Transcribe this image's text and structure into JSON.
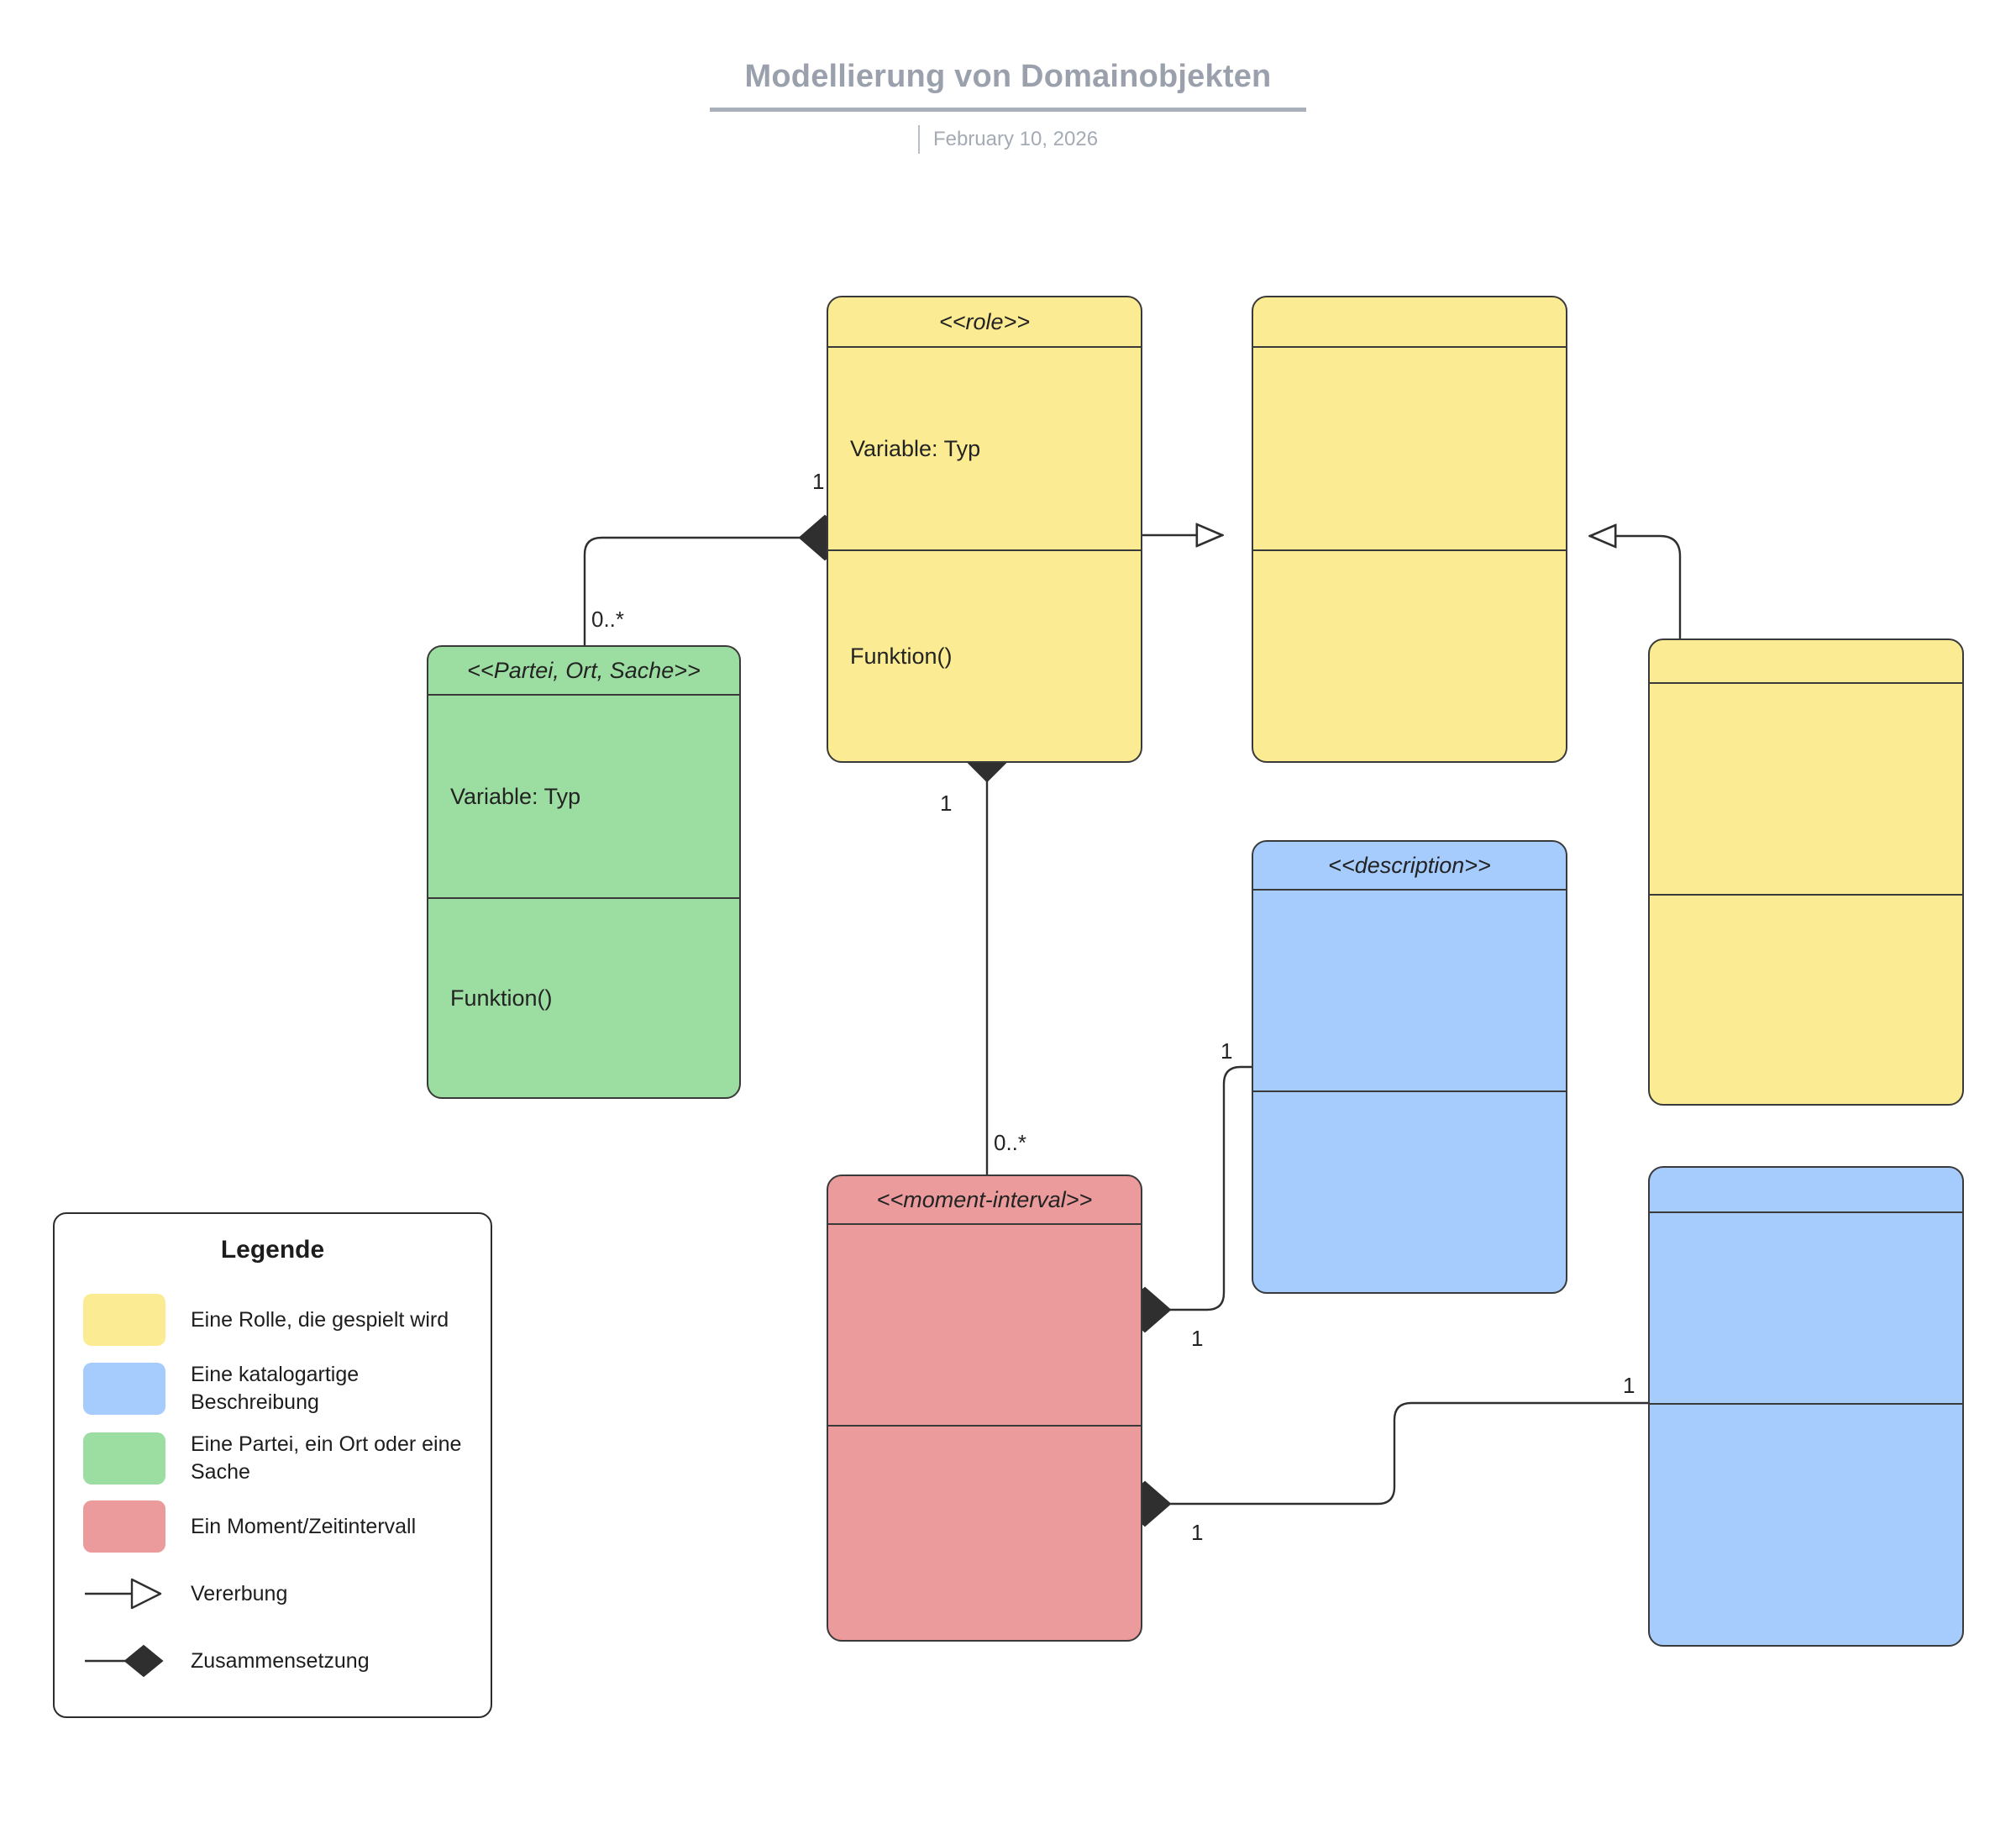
{
  "header": {
    "title": "Modellierung von Domainobjekten",
    "date": "February 10, 2026"
  },
  "colors": {
    "role_yellow": "#fbeb93",
    "description_blue": "#a6cbfd",
    "thing_green": "#9cdea1",
    "moment_red": "#eb9b9b",
    "stroke": "#3a3a3a",
    "title_gray": "#9aa1ad"
  },
  "classes": {
    "role": {
      "stereotype": "<<role>>",
      "attribute": "Variable: Typ",
      "operation": "Funktion()"
    },
    "role_parent": {
      "stereotype": "",
      "attribute": "",
      "operation": ""
    },
    "role_child": {
      "stereotype": "",
      "attribute": "",
      "operation": ""
    },
    "thing": {
      "stereotype": "<<Partei, Ort, Sache>>",
      "attribute": "Variable: Typ",
      "operation": "Funktion()"
    },
    "moment_interval": {
      "stereotype": "<<moment-interval>>",
      "attribute": "",
      "operation": ""
    },
    "description": {
      "stereotype": "<<description>>",
      "attribute": "",
      "operation": ""
    },
    "description_other": {
      "stereotype": "",
      "attribute": "",
      "operation": ""
    }
  },
  "multiplicities": {
    "role_to_thing_source": "1",
    "role_to_thing_target": "0..*",
    "role_to_moment_source": "1",
    "role_to_moment_target": "0..*",
    "moment_to_description_source": "1",
    "moment_to_description_target": "1",
    "moment_to_description2_source": "1",
    "moment_to_description2_target": "1"
  },
  "legend": {
    "title": "Legende",
    "items": [
      {
        "kind": "swatch",
        "color": "#fbeb93",
        "label": "Eine Rolle, die gespielt wird"
      },
      {
        "kind": "swatch",
        "color": "#a6cbfd",
        "label": "Eine katalogartige Beschreibung"
      },
      {
        "kind": "swatch",
        "color": "#9cdea1",
        "label": "Eine Partei, ein Ort oder eine Sache"
      },
      {
        "kind": "swatch",
        "color": "#eb9b9b",
        "label": "Ein Moment/Zeitintervall"
      },
      {
        "kind": "inheritance-arrow-icon",
        "color": "",
        "label": "Vererbung"
      },
      {
        "kind": "composition-diamond-icon",
        "color": "",
        "label": "Zusammensetzung"
      }
    ]
  }
}
